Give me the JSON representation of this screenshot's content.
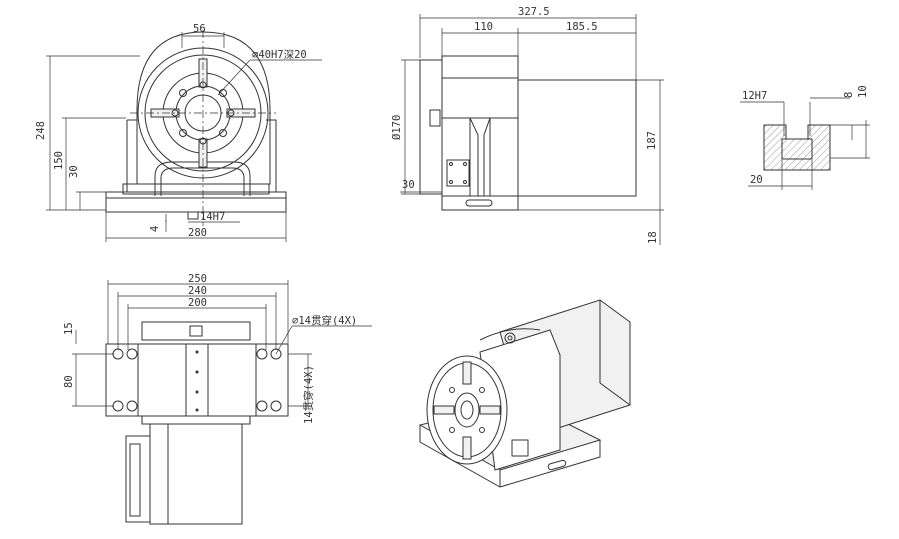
{
  "front_view": {
    "dim_top_width": "56",
    "dim_bore": "⌀40H7深20",
    "dim_total_height": "248",
    "dim_center_height": "150",
    "dim_base_height": "30",
    "dim_key_slot": "14H7",
    "dim_slot_depth": "4",
    "dim_base_length": "280"
  },
  "side_view": {
    "dim_total_length": "327.5",
    "dim_head_length": "110",
    "dim_motor_length": "185.5",
    "dim_face_dia": "Ø170",
    "dim_motor_height": "187",
    "dim_base_thickness": "30",
    "dim_motor_offset": "18"
  },
  "slot_detail": {
    "dim_slot_width": "12H7",
    "dim_slot_depth_a": "8",
    "dim_slot_depth_b": "10",
    "dim_slot_bottom": "20"
  },
  "top_view": {
    "dim_outer": "250",
    "dim_hole_pitch": "240",
    "dim_inner": "200",
    "dim_offset": "15",
    "dim_hole_spacing": "80",
    "dim_holes": "⌀14贯穿(4X)",
    "dim_holes_side": "14贯穿(4X)"
  }
}
